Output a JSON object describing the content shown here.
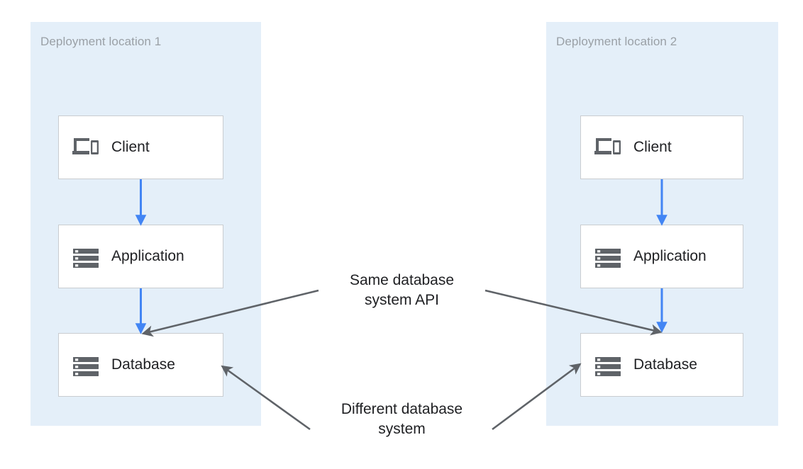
{
  "diagram": {
    "background_color": "#ffffff",
    "panel_color": "#e4eff9",
    "panel_title_color": "#9aa0a6",
    "node_border_color": "#c9ccd0",
    "node_fill_color": "#ffffff",
    "flow_arrow_color": "#4285f4",
    "annotation_arrow_color": "#5f6368",
    "text_color": "#202124"
  },
  "panels": [
    {
      "id": "deployment-location-1",
      "title": "Deployment location 1",
      "nodes": [
        {
          "id": "client-1",
          "label": "Client",
          "icon": "devices-icon"
        },
        {
          "id": "application-1",
          "label": "Application",
          "icon": "storage-icon"
        },
        {
          "id": "database-1",
          "label": "Database",
          "icon": "storage-icon"
        }
      ]
    },
    {
      "id": "deployment-location-2",
      "title": "Deployment location 2",
      "nodes": [
        {
          "id": "client-2",
          "label": "Client",
          "icon": "devices-icon"
        },
        {
          "id": "application-2",
          "label": "Application",
          "icon": "storage-icon"
        },
        {
          "id": "database-2",
          "label": "Database",
          "icon": "storage-icon"
        }
      ]
    }
  ],
  "annotations": [
    {
      "id": "same-database-system-api",
      "line1": "Same database",
      "line2": "system API",
      "points_to": [
        "database-1",
        "database-2"
      ]
    },
    {
      "id": "different-database-system",
      "line1": "Different database",
      "line2": "system",
      "points_to": [
        "database-1",
        "database-2"
      ]
    }
  ],
  "flows": [
    {
      "from": "client-1",
      "to": "application-1"
    },
    {
      "from": "application-1",
      "to": "database-1"
    },
    {
      "from": "client-2",
      "to": "application-2"
    },
    {
      "from": "application-2",
      "to": "database-2"
    }
  ]
}
